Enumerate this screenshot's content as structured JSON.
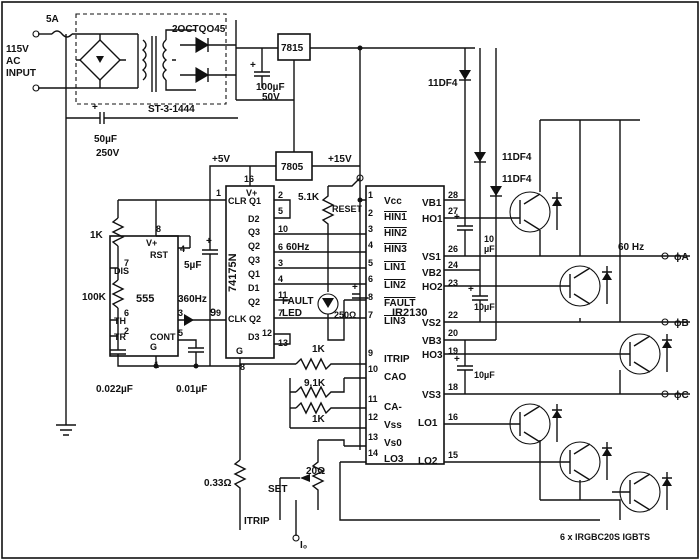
{
  "power": {
    "fuse": "5A",
    "input": [
      "115V",
      "AC",
      "INPUT"
    ],
    "bridge_diode": "2OCTQO45",
    "transformer": "ST-3-1444",
    "cap_in": [
      "50µF",
      "250V"
    ],
    "cap_out": [
      "100µF",
      "50V"
    ],
    "reg_15": "7815",
    "reg_5": "7805",
    "rail_5v": "+5V",
    "rail_15v": "+15V"
  },
  "diodes": {
    "d1": "11DF4",
    "d2": "11DF4",
    "d3": "11DF4"
  },
  "timer": {
    "part": "555",
    "pins": {
      "vplus": "V+",
      "rst": "RST",
      "dis": "DIS",
      "th": "TH",
      "tr": "TR",
      "cont": "CONT",
      "g": "G"
    },
    "pin_nums": [
      "8",
      "4",
      "7",
      "6",
      "2",
      "3",
      "5",
      "1"
    ],
    "r1": "1K",
    "r2": "100K",
    "c_timing": "0.022µF",
    "c_cont": "0.01µF",
    "freq": "360Hz",
    "div_label": "9"
  },
  "counter": {
    "part": "74175N",
    "vplus": "V+",
    "pins_left": [
      "CLR",
      "D2",
      "Q3",
      "Q3",
      "Q1",
      "Q1",
      "D1",
      "Q2",
      "CLK",
      "Q2",
      "G"
    ],
    "pin_nums": [
      "16",
      "1",
      "2",
      "5",
      "10",
      "6",
      "3",
      "4",
      "11",
      "7",
      "9",
      "12",
      "13",
      "8"
    ],
    "d3": "D3",
    "q_labels": [
      "Q1",
      "D2",
      "Q3",
      "Q3",
      "Q2",
      "Q1",
      "D1",
      "Q2",
      "Q2",
      "D3"
    ],
    "freq_out": "60Hz",
    "cap": "5µF",
    "clr_q1": "CLR Q1",
    "clk_q2": "CLK Q2"
  },
  "ir2130": {
    "part": "IR2130",
    "left_pins": [
      "Vcc",
      "HIN1",
      "HIN2",
      "HIN3",
      "LIN1",
      "LIN2",
      "FAULT",
      "LIN3",
      "ITRIP",
      "CAO",
      "CA-",
      "Vss",
      "Vs0",
      "LO3"
    ],
    "left_nums": [
      "1",
      "2",
      "3",
      "4",
      "5",
      "6",
      "8",
      "7",
      "9",
      "10",
      "11",
      "12",
      "13",
      "14"
    ],
    "right_pins": [
      "VB1",
      "HO1",
      "VS1",
      "VB2",
      "HO2",
      "VS2",
      "VB3",
      "HO3",
      "VS3",
      "LO1",
      "LO2"
    ],
    "right_nums": [
      "28",
      "27",
      "26",
      "24",
      "23",
      "22",
      "20",
      "19",
      "18",
      "16",
      "15"
    ]
  },
  "misc": {
    "r_reset": "5.1K",
    "reset": "RESET",
    "fault_led": [
      "FAULT",
      "LED"
    ],
    "led_r": "250Ω",
    "r_itrip": "1K",
    "r_ca1": "9.1K",
    "r_ca2": "1K",
    "r_shunt": "0.33Ω",
    "itrip": "ITRIP",
    "pot": "20Ω",
    "set": "SET",
    "io": "I₀",
    "cb1": [
      "10",
      "µF"
    ],
    "cb2": "10µF",
    "cb3": "10µF",
    "out_freq": "60 Hz",
    "phase_a": "ϕA",
    "phase_b": "ϕB",
    "phase_c": "ϕC",
    "igbt_note": "6 x IRGBC20S IGBTS"
  }
}
